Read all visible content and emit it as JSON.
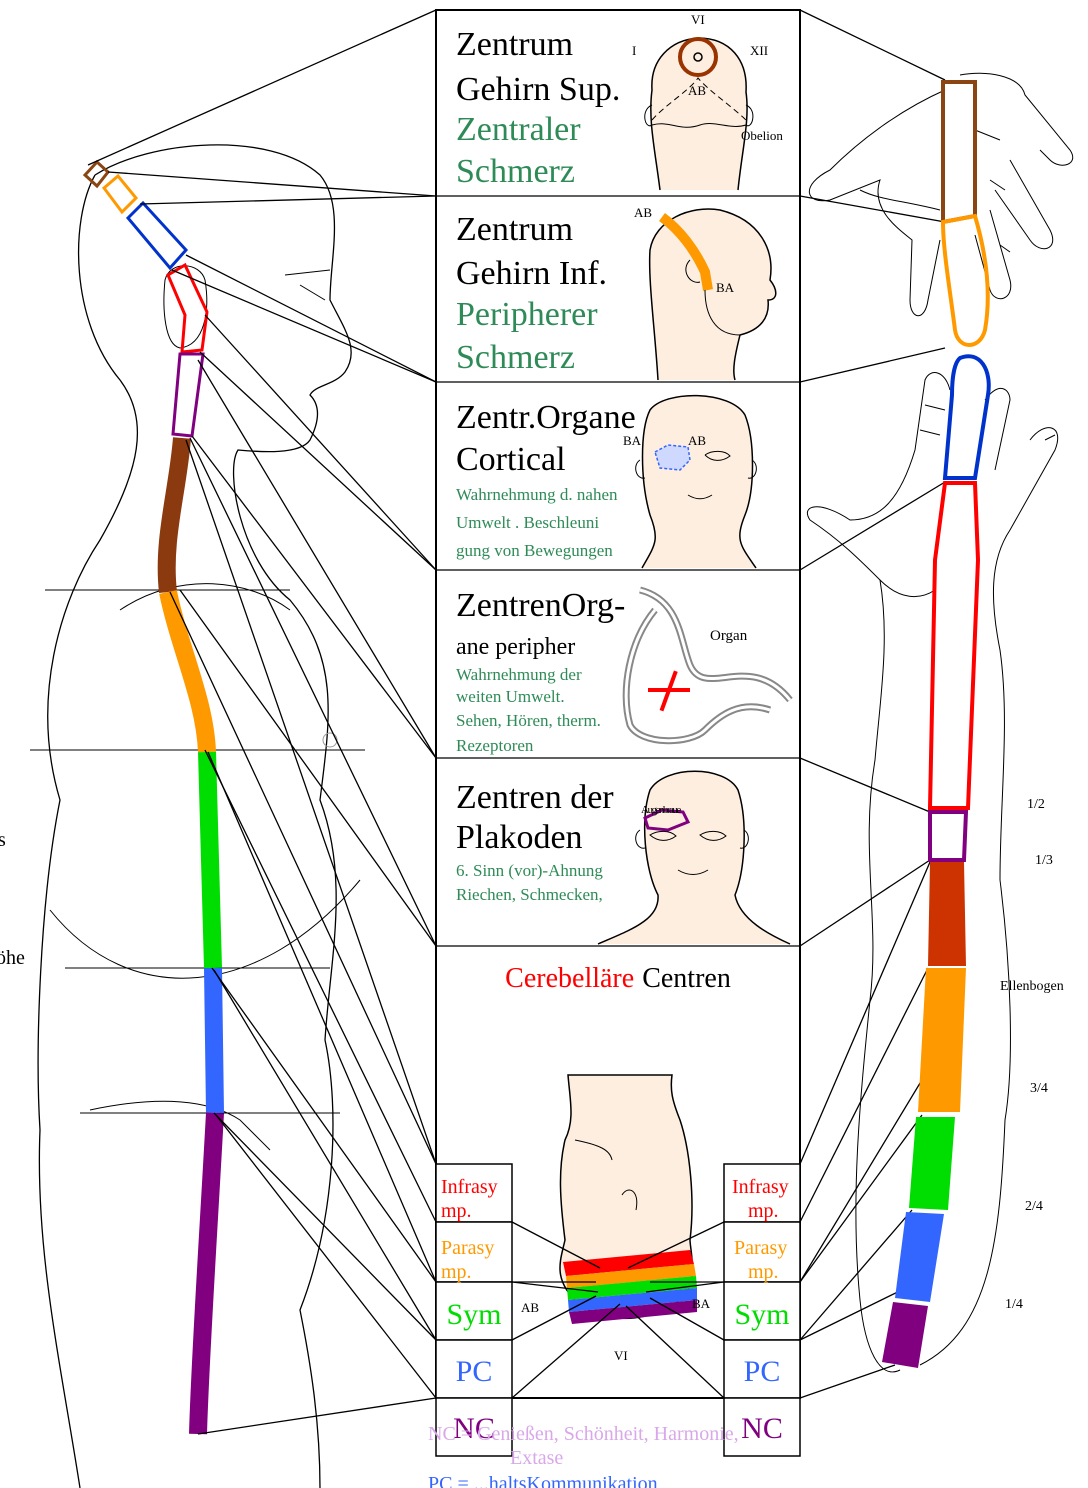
{
  "colors": {
    "brown_dark": "#8b4513",
    "orange": "#ff9900",
    "blue": "#0033cc",
    "red": "#ff0000",
    "purple": "#800080",
    "brown_arm": "#993300",
    "rust": "#cc3300",
    "green": "#00dd00",
    "blue_light": "#3366ff",
    "teal_text": "#2e8b57",
    "nc_text": "#d8a8e8",
    "pc_text": "#3366ff"
  },
  "left": {
    "cut_s": "s",
    "cut_hoehe": "öhe"
  },
  "panel1": {
    "line1": "Zentrum",
    "line2": "Gehirn Sup.",
    "line3": "Zentraler",
    "line4": "Schmerz",
    "label_vi": "VI",
    "label_i": "I",
    "label_xii": "XII",
    "label_ab": "AB",
    "label_obelion": "Obelion"
  },
  "panel2": {
    "line1": "Zentrum",
    "line2": "Gehirn Inf.",
    "line3": "Peripherer",
    "line4": "Schmerz",
    "label_ab": "AB",
    "label_ba": "BA"
  },
  "panel3": {
    "line1": "Zentr.Organe",
    "line2": "Cortical",
    "small1": "Wahrnehmung d. nahen",
    "small2": "Umwelt . Beschleuni",
    "small3": "gung von Bewegungen",
    "label_ba": "BA",
    "label_ab": "AB"
  },
  "panel4": {
    "line1": "ZentrenOrg-",
    "line2": "ane peripher",
    "small1": "Wahrnehmung der",
    "small2": "weiten Umwelt.",
    "small3": "Sehen, Hören, therm.",
    "small4": "Rezeptoren",
    "label_organ": "Organ"
  },
  "panel5": {
    "line1": "Zentren der",
    "line2": "Plakoden",
    "small1": "6. Sinn (vor)-Ahnung",
    "small2": "Riechen, Schmecken,",
    "label_augenbraue": "Augenbraue"
  },
  "panel6": {
    "title_red": "Cerebelläre",
    "title_black": "Centren",
    "label_ab": "AB",
    "label_ba": "BA",
    "label_vi": "VI"
  },
  "boxes": {
    "infrasymp_1": "Infrasy",
    "infrasymp_2": "mp.",
    "parasymp_1": "Parasy",
    "parasymp_2": "mp.",
    "sym": "Sym",
    "pc": "PC",
    "nc": "NC"
  },
  "arm": {
    "half": "1/2",
    "third": "1/3",
    "elbow": "Ellenbogen",
    "three_quarter": "3/4",
    "two_quarter": "2/4",
    "one_quarter": "1/4"
  },
  "legend": {
    "nc_line1": "NC =  Genießen, Schönheit, Harmonie,",
    "nc_line2": "Extase",
    "pc_line1": "PC =     ...haltsKommunikation"
  }
}
